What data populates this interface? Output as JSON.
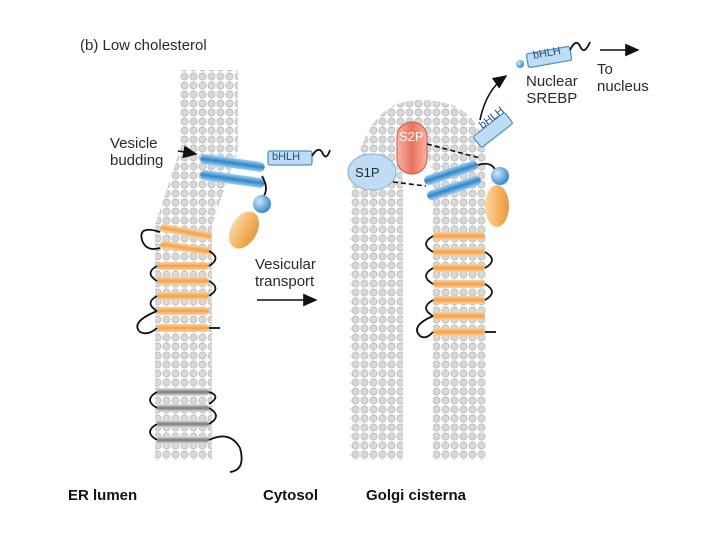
{
  "figure": {
    "panel_title": "(b) Low cholesterol",
    "labels": {
      "vesicle_budding": "Vesicle\nbudding",
      "vesicular_transport": "Vesicular\ntransport",
      "nuclear_srebp": "Nuclear\nSREBP",
      "to_nucleus": "To\nnucleus",
      "bhlh": "bHLH",
      "s1p": "S1P",
      "s2p": "S2P"
    },
    "compartments": {
      "er_lumen": "ER lumen",
      "cytosol": "Cytosol",
      "golgi_cisterna": "Golgi cisterna"
    }
  },
  "colors": {
    "membrane_head": "#d4d4d4",
    "scap_orange": "#f2a24e",
    "insig_gray": "#8c8c8c",
    "srebp_blue": "#2f86c8",
    "s1p_light_blue": "#bfdcf2",
    "s2p_red": "#e8735e",
    "regulatory_orange": "#f4b05c"
  }
}
